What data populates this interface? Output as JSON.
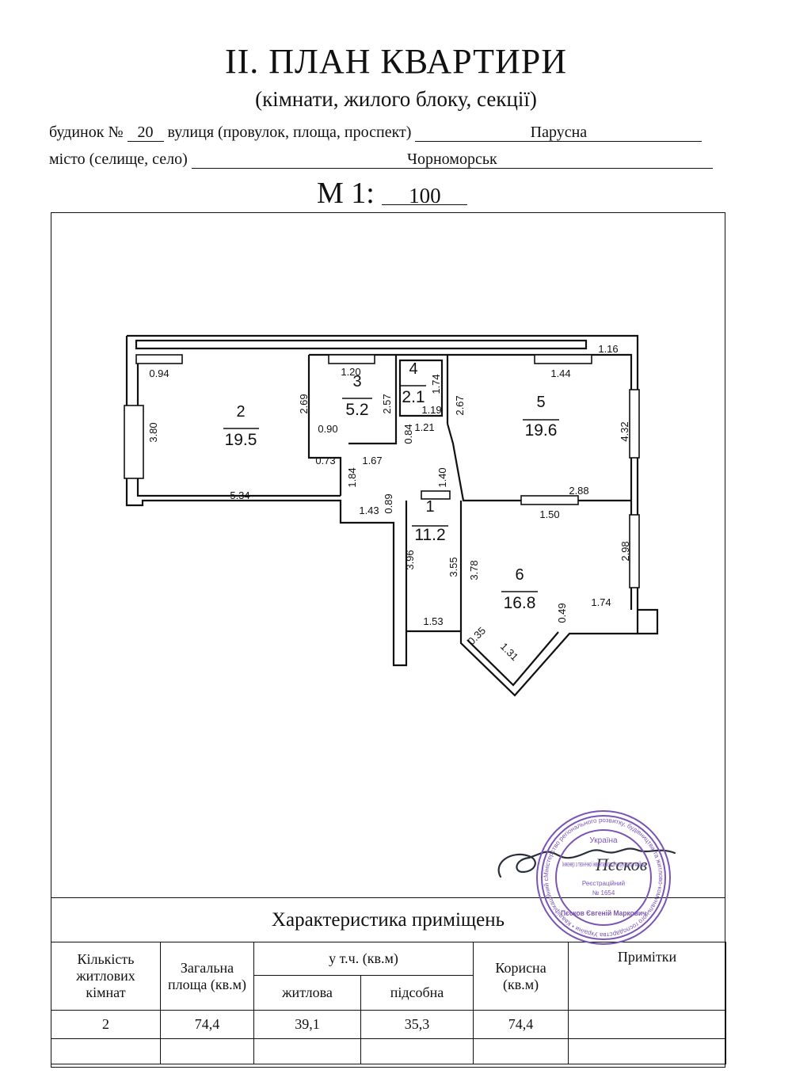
{
  "header": {
    "title": "II. ПЛАН КВАРТИРИ",
    "subtitle": "(кімнати, жилого блоку, секції)",
    "house_label": "будинок №",
    "house_number": "20",
    "street_label": "вулиця (провулок, площа, проспект)",
    "street_value": "Парусна",
    "city_label": "місто (селище, село)",
    "city_value": "Чорноморськ",
    "scale_label": "М 1:",
    "scale_value": "100"
  },
  "rooms": [
    {
      "num": "1",
      "area": "11.2"
    },
    {
      "num": "2",
      "area": "19.5"
    },
    {
      "num": "3",
      "area": "5.2"
    },
    {
      "num": "4",
      "area": "2.1"
    },
    {
      "num": "5",
      "area": "19.6"
    },
    {
      "num": "6",
      "area": "16.8"
    }
  ],
  "dimensions": [
    "1.16",
    "0.94",
    "1.20",
    "1.44",
    "2.69",
    "2.57",
    "1.74",
    "2.67",
    "3.80",
    "4.32",
    "1.19",
    "1.21",
    "0.90",
    "0.84",
    "0.73",
    "1.67",
    "1.40",
    "1.84",
    "5.34",
    "0.89",
    "1.43",
    "2.88",
    "1.50",
    "2.98",
    "3.96",
    "3.55",
    "3.78",
    "1.74",
    "0.49",
    "1.53",
    "0.35",
    "1.31"
  ],
  "characteristics": {
    "title": "Характеристика приміщень",
    "headers": {
      "rooms_count": "Кількість житлових кімнат",
      "total_area": "Загальна площа (кв.м)",
      "including": "у т.ч. (кв.м)",
      "living": "житлова",
      "auxiliary": "підсобна",
      "useful": "Корисна (кв.м)",
      "notes": "Примітки"
    },
    "values": {
      "rooms_count": "2",
      "total_area": "74,4",
      "living": "39,1",
      "auxiliary": "35,3",
      "useful": "74,4",
      "notes": ""
    }
  },
  "stamp": {
    "country": "Україна",
    "role": "Інженер з технічної інвентаризації нерухомого майна",
    "reg_label": "Реєстраційний",
    "reg_number": "№ 1654",
    "person": "Пєсков Євгеній Маркович",
    "ring_text": "Міністерство регіонального розвитку, будівництва та житлово-комунального господарства України • Кваліфікаційний сертифікат АЕ №001735"
  },
  "signature": {
    "text": "Пєсков"
  },
  "colors": {
    "ink": "#111111",
    "stamp": "#7b55b6",
    "signature": "#2a2f3c"
  }
}
